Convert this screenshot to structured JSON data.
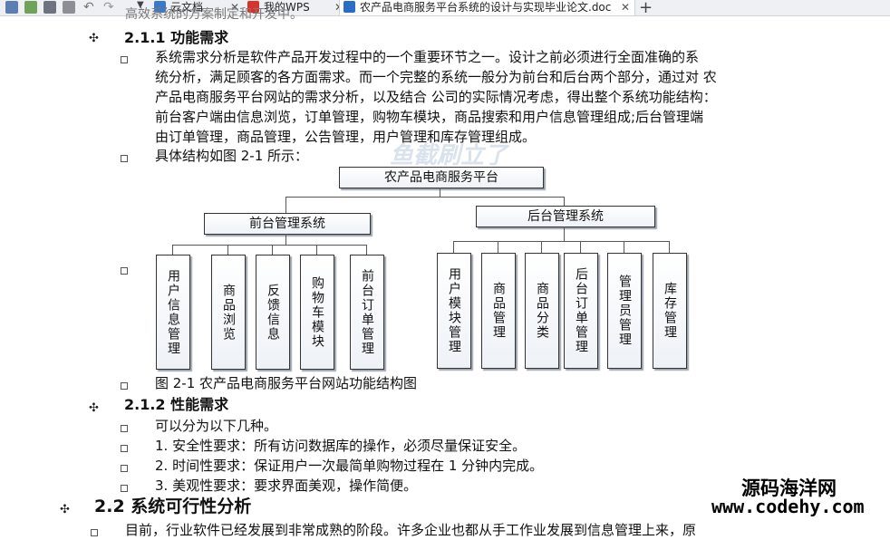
{
  "tabbar": {
    "tabs": [
      {
        "label": "云文档",
        "icon": "cloud-doc-icon"
      },
      {
        "label": "我的WPS",
        "icon": "wps-icon"
      },
      {
        "label": "农产品电商服务平台系统的设计与实现毕业论文.doc",
        "icon": "doc-icon"
      }
    ]
  },
  "doc": {
    "prev_line": "高效系统的方案制定和开发中。",
    "sec_211": "2.1.1 功能需求",
    "para1": [
      "系统需求分析是软件产品开发过程中的一个重要环节之一。设计之前必须进行全面准确的系",
      "统分析，满足顾客的各方面需求。而一个完整的系统一般分为前台和后台两个部分，通过对  农",
      "产品电商服务平台网站的需求分析，以及结合  公司的实际情况考虑，得出整个系统功能结构：",
      "前台客户端由信息浏览，订单管理，购物车模块，商品搜索和用户信息管理组成;后台管理端",
      "由订单管理，商品管理，公告管理，用户管理和库存管理组成。"
    ],
    "para2": "具体结构如图 2-1 所示：",
    "diagram": {
      "root": "农产品电商服务平台",
      "front": "前台管理系统",
      "back": "后台管理系统",
      "front_items": [
        "用户信息管理",
        "商品浏览",
        "反馈信息",
        "购物车模块",
        "前台订单管理"
      ],
      "back_items": [
        "用户模块管理",
        "商品管理",
        "商品分类",
        "后台订单管理",
        "管理员管理",
        "库存管理"
      ]
    },
    "caption": "图 2-1   农产品电商服务平台网站功能结构图",
    "sec_212": "2.1.2 性能需求",
    "perf": [
      "可以分为以下几种。",
      "1. 安全性要求：所有访问数据库的操作，必须尽量保证安全。",
      "2. 时间性要求：保证用户一次最简单购物过程在 1 分钟内完成。",
      "3. 美观性要求：要求界面美观，操作简便。"
    ],
    "sec_22": "2.2 系统可行性分析",
    "last_line": "目前，行业软件已经发展到非常成熟的阶段。许多企业也都从手工作业发展到信息管理上来，原"
  },
  "watermark": {
    "cn": "源码海洋网",
    "url": "www.codehy.com",
    "ghost": "鱼截刷立了"
  },
  "colors": {
    "tabbar_bg": "#eef0f3",
    "box_shadow": "#9aa3ad",
    "accent_blue": "#2b6cc4",
    "wps_red": "#d9322b"
  }
}
